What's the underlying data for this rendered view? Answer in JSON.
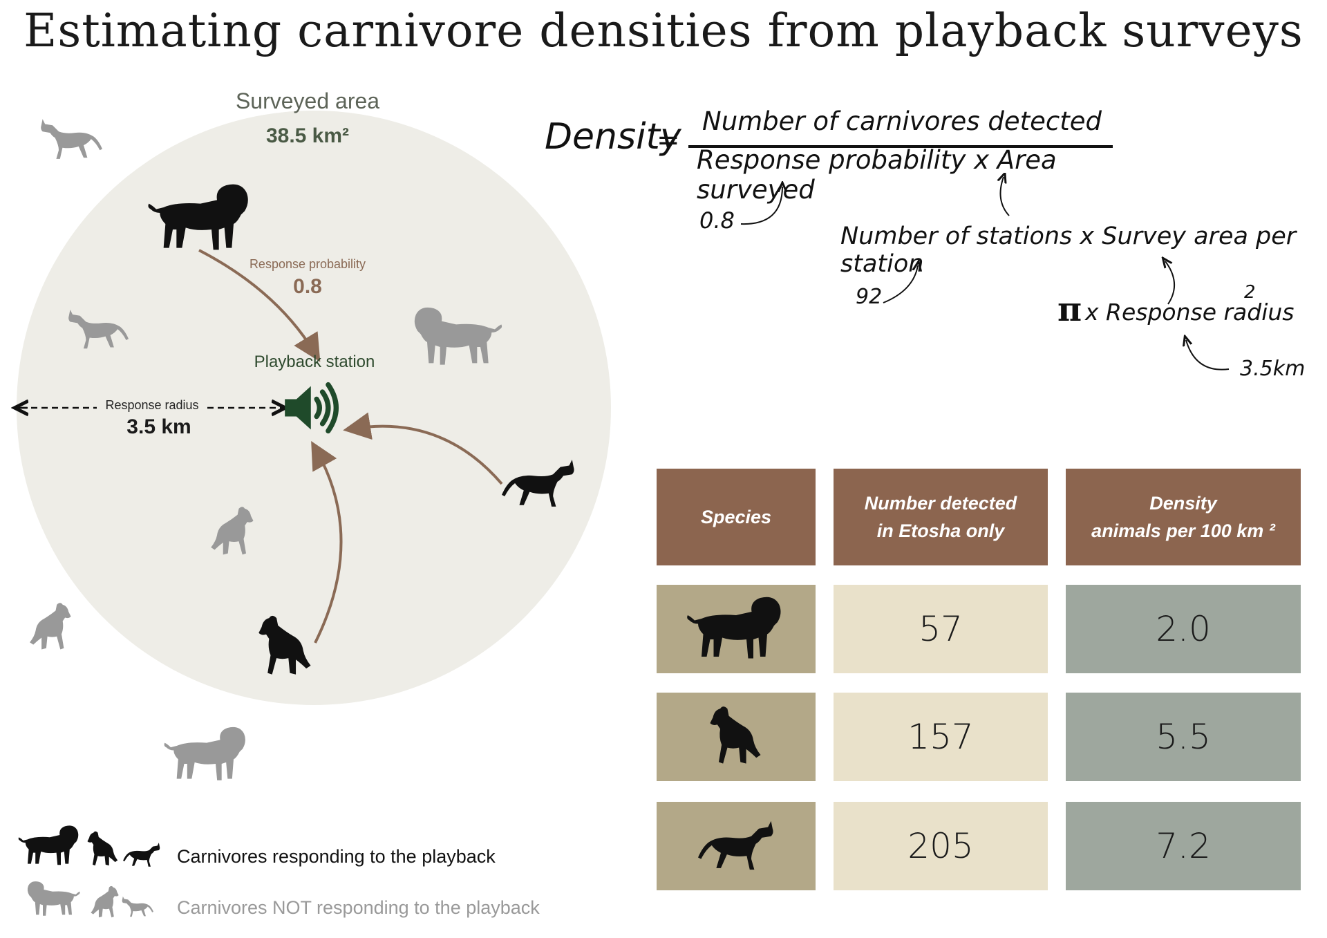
{
  "title": "Estimating carnivore densities from playback surveys",
  "diagram": {
    "surveyed_area_label": "Surveyed area",
    "surveyed_area_value": "38.5 km²",
    "response_probability_label": "Response probability",
    "response_probability_value": "0.8",
    "playback_station_label": "Playback station",
    "response_radius_label": "Response radius",
    "response_radius_value": "3.5 km"
  },
  "formula": {
    "lhs": "Density",
    "equals": "=",
    "numerator": "Number of carnivores detected",
    "denominator": "Response probability x Area surveyed",
    "prob_value": "0.8",
    "area_expansion": "Number of stations x Survey area per station",
    "stations_value": "92",
    "pi_symbol": "π",
    "per_station_expansion": "x Response radius",
    "exponent": "2",
    "radius_value": "3.5km"
  },
  "table": {
    "headers": [
      {
        "line1": "Species",
        "line2": ""
      },
      {
        "line1": "Number detected",
        "line2": "in Etosha only"
      },
      {
        "line1": "Density",
        "line2": "animals per 100 km ²"
      }
    ],
    "rows": [
      {
        "species_icon": "lion-icon",
        "detected": "57",
        "density": "2.0"
      },
      {
        "species_icon": "hyena-icon",
        "detected": "157",
        "density": "5.5"
      },
      {
        "species_icon": "jackal-icon",
        "detected": "205",
        "density": "7.2"
      }
    ]
  },
  "legend": {
    "responding": "Carnivores responding to the playback",
    "not_responding": "Carnivores NOT responding to the playback"
  },
  "colors": {
    "circle": "#eeede7",
    "arrow": "#8a6a55",
    "responding": "#111111",
    "not_responding": "#999999",
    "speaker": "#1f4a2a",
    "header": "#8c654f",
    "species_cell": "#b3a888",
    "number_cell": "#e9e1ca",
    "density_cell": "#9ea79e"
  }
}
